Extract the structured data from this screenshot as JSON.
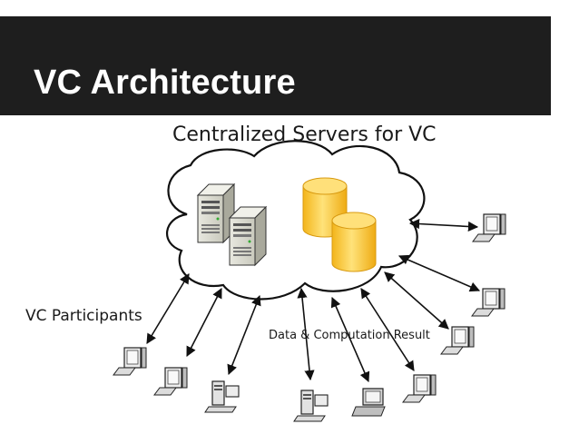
{
  "slide": {
    "title": "VC Architecture"
  },
  "diagram": {
    "servers_label": "Centralized Servers for VC",
    "participants_label": "VC Participants",
    "data_label": "Data & Computation Result",
    "colors": {
      "title_bar": "#1e1e1e",
      "database": "#f7c52a",
      "server": "#c9c9bd"
    }
  }
}
